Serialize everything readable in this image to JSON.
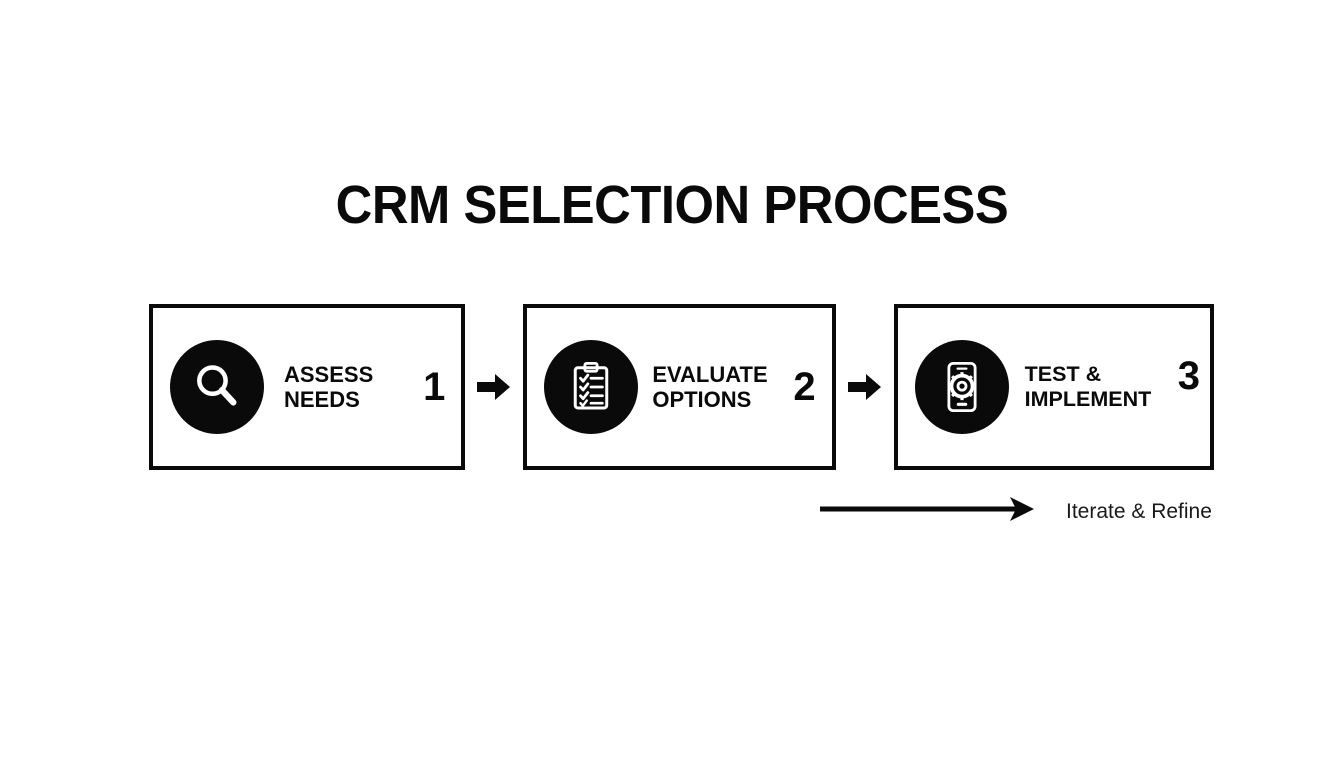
{
  "page": {
    "title": "CRM SELECTION PROCESS",
    "background_color": "#ffffff",
    "ink_color": "#0a0a0a"
  },
  "process": {
    "steps": [
      {
        "icon": "magnifying-glass-icon",
        "label": "ASSESS\nNEEDS",
        "label_line1": "ASSESS",
        "label_line2": "NEEDS",
        "number": "1"
      },
      {
        "icon": "clipboard-checklist-icon",
        "label": "EVALUATE\nOPTIONS",
        "label_line1": "EVALUATE",
        "label_line2": "OPTIONS",
        "number": "2"
      },
      {
        "icon": "smartphone-gear-icon",
        "label": "TEST &\nIMPLEMENT",
        "label_line1": "TEST &",
        "label_line2": "IMPLEMENT",
        "number": "3"
      }
    ],
    "connectors": [
      {
        "icon": "arrow-right-icon"
      },
      {
        "icon": "arrow-right-icon"
      }
    ]
  },
  "feedback": {
    "arrow_icon": "long-arrow-right-icon",
    "label": "Iterate & Refine"
  }
}
